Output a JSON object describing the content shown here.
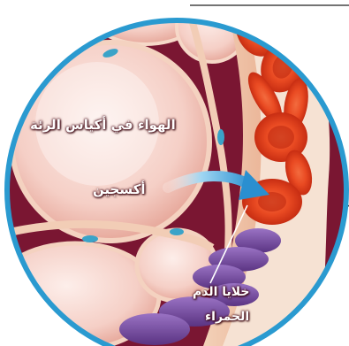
{
  "labels": {
    "air_in_alveoli": "الهواء في أكياس الرئة",
    "oxygen": "أكسجين",
    "red_blood_cells_line1": "خلايا الدم",
    "red_blood_cells_line2": "الحمراء"
  },
  "colors": {
    "background": "#ffffff",
    "circle_border": "#2a9ad0",
    "tissue": "#7a1632",
    "alveolus_fill": "#f7d6cf",
    "vessel_wall": "#e8b59a",
    "red_blood_cell": "#e8401e",
    "white_blood_cell": "#7a4fa0",
    "arrow": "#3da8e0"
  },
  "icons": [
    "oxygen-flow-arrow",
    "magnifier-leader-line"
  ]
}
